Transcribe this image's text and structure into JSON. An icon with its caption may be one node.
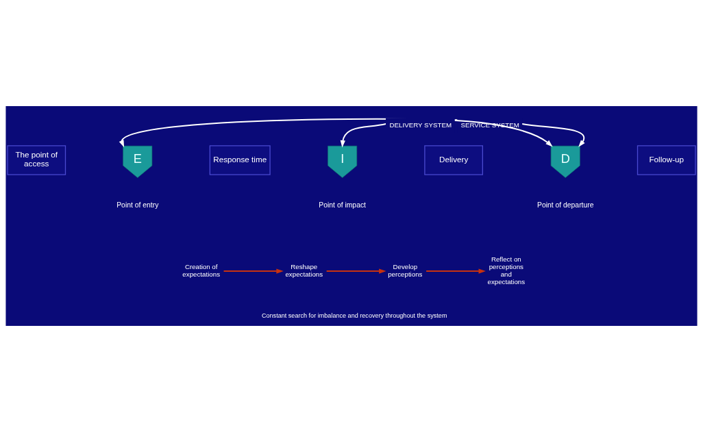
{
  "diagram": {
    "nodes": [
      {
        "text": [
          "The point of access"
        ]
      },
      {
        "text": [
          "E"
        ],
        "beside": [
          "Point of entry"
        ]
      },
      {
        "text": [
          "Response time"
        ]
      },
      {
        "text": [
          "I"
        ],
        "beside": [
          "Point of impact"
        ]
      },
      {
        "text": [
          "Delivery"
        ]
      },
      {
        "text": [
          "D"
        ],
        "beside": [
          "Point of departure"
        ]
      },
      {
        "text": [
          "Follow-up"
        ]
      },
      {
        "text": [
          "Creation of expectations"
        ]
      },
      {
        "text": [
          "Reshape expectations"
        ]
      },
      {
        "text": [
          "Develop perceptions"
        ]
      },
      {
        "text": [
          "Reflect on perceptions and expectations"
        ]
      }
    ],
    "edges": [
      {
        "from": 1,
        "to": 5,
        "arrow": "both",
        "label": "SERVICE SYSTEM",
        "color": "#ffffff"
      },
      {
        "from": 3,
        "to": 5,
        "arrow": "both",
        "label": "DELIVERY SYSTEM",
        "color": "#ffffff"
      },
      {
        "from": 7,
        "to": 8,
        "arrow": "to",
        "color": "#c8320f"
      },
      {
        "from": 8,
        "to": 9,
        "arrow": "to",
        "color": "#c8320f"
      },
      {
        "from": 9,
        "to": 10,
        "arrow": "to",
        "color": "#c8320f"
      }
    ],
    "labels": [
      "Constant search for imbalance and recovery throughout the system"
    ]
  }
}
